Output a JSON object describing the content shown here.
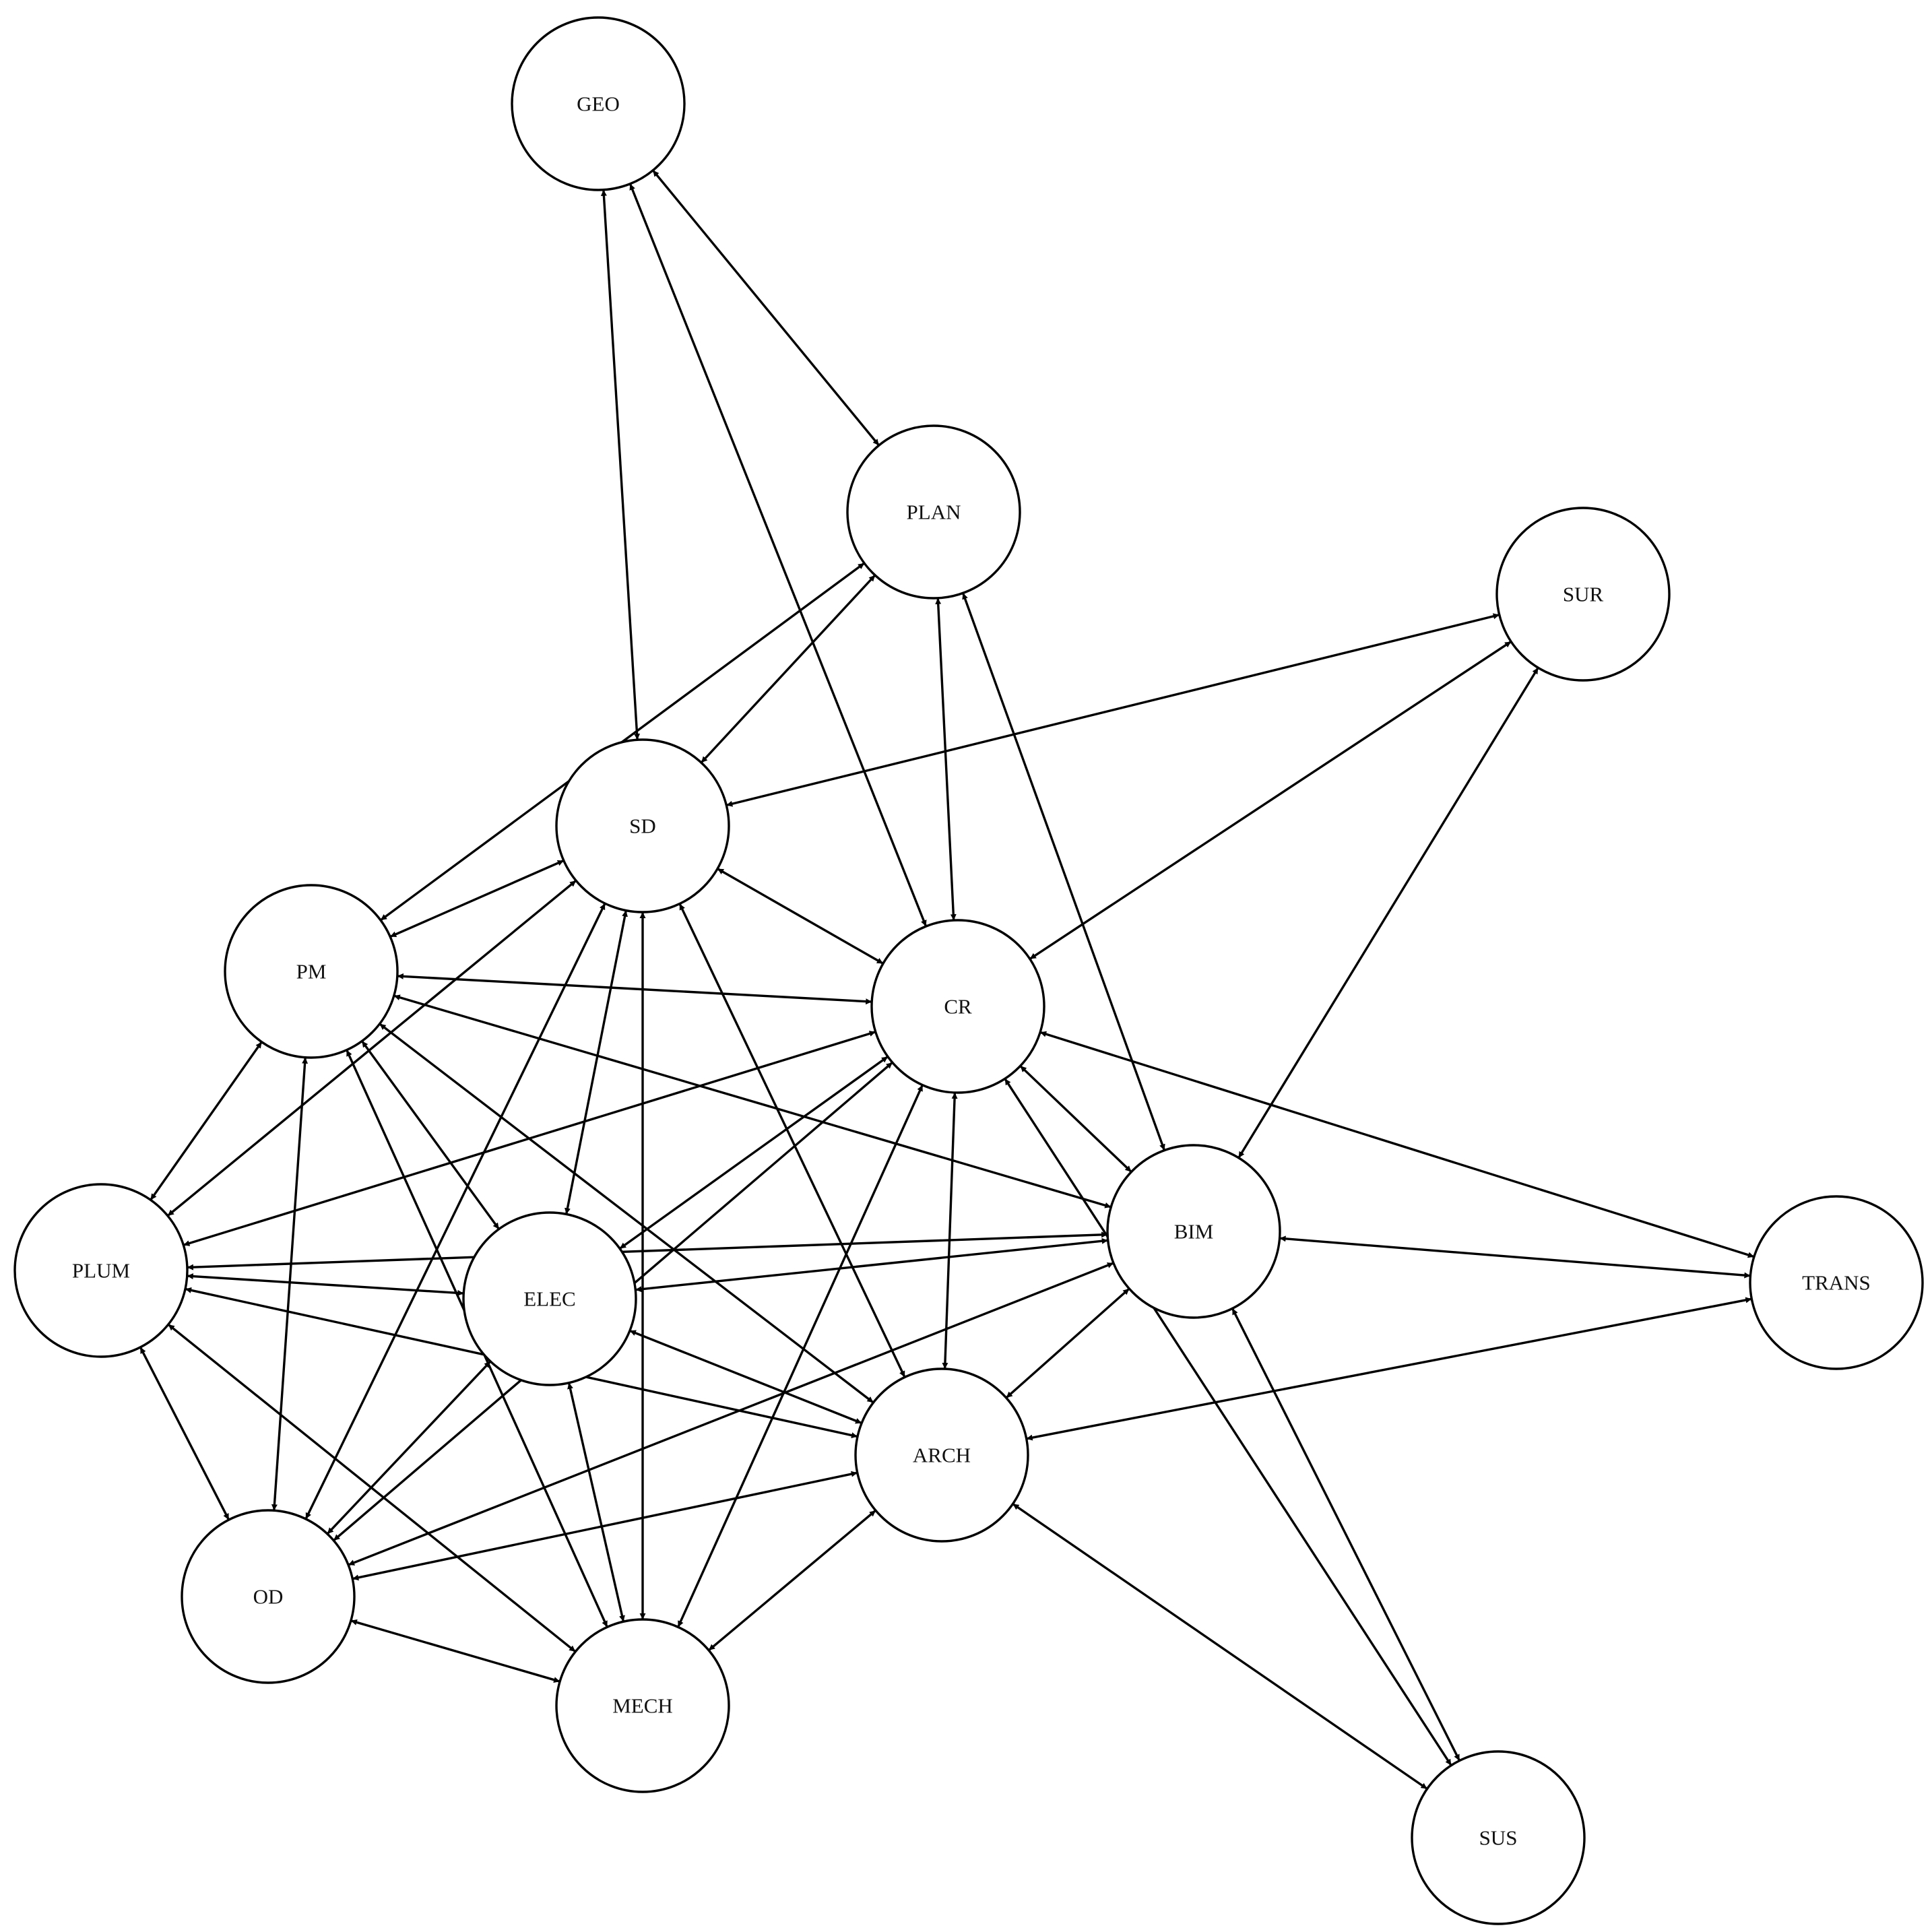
{
  "diagram": {
    "type": "network-graph",
    "directed": "bidirectional",
    "line_color": "#000000",
    "node_fill": "#ffffff",
    "nodes": [
      {
        "id": "GEO",
        "label": "GEO"
      },
      {
        "id": "PLAN",
        "label": "PLAN"
      },
      {
        "id": "SUR",
        "label": "SUR"
      },
      {
        "id": "SD",
        "label": "SD"
      },
      {
        "id": "PM",
        "label": "PM"
      },
      {
        "id": "CR",
        "label": "CR"
      },
      {
        "id": "PLUM",
        "label": "PLUM"
      },
      {
        "id": "ELEC",
        "label": "ELEC"
      },
      {
        "id": "BIM",
        "label": "BIM"
      },
      {
        "id": "TRANS",
        "label": "TRANS"
      },
      {
        "id": "ARCH",
        "label": "ARCH"
      },
      {
        "id": "OD",
        "label": "OD"
      },
      {
        "id": "MECH",
        "label": "MECH"
      },
      {
        "id": "SUS",
        "label": "SUS"
      }
    ],
    "edges": [
      [
        "GEO",
        "SD"
      ],
      [
        "GEO",
        "PLAN"
      ],
      [
        "GEO",
        "CR"
      ],
      [
        "PLAN",
        "SD"
      ],
      [
        "PLAN",
        "PM"
      ],
      [
        "PLAN",
        "CR"
      ],
      [
        "PLAN",
        "BIM"
      ],
      [
        "SUR",
        "SD"
      ],
      [
        "SUR",
        "CR"
      ],
      [
        "SUR",
        "BIM"
      ],
      [
        "SD",
        "PM"
      ],
      [
        "SD",
        "CR"
      ],
      [
        "SD",
        "PLUM"
      ],
      [
        "SD",
        "ELEC"
      ],
      [
        "SD",
        "MECH"
      ],
      [
        "SD",
        "ARCH"
      ],
      [
        "SD",
        "OD"
      ],
      [
        "PM",
        "CR"
      ],
      [
        "PM",
        "BIM"
      ],
      [
        "PM",
        "PLUM"
      ],
      [
        "PM",
        "OD"
      ],
      [
        "PM",
        "ELEC"
      ],
      [
        "PM",
        "ARCH"
      ],
      [
        "PM",
        "MECH"
      ],
      [
        "CR",
        "PLUM"
      ],
      [
        "CR",
        "ELEC"
      ],
      [
        "CR",
        "BIM"
      ],
      [
        "CR",
        "ARCH"
      ],
      [
        "CR",
        "MECH"
      ],
      [
        "CR",
        "TRANS"
      ],
      [
        "CR",
        "SUS"
      ],
      [
        "CR",
        "OD"
      ],
      [
        "PLUM",
        "ELEC"
      ],
      [
        "PLUM",
        "BIM"
      ],
      [
        "PLUM",
        "ARCH"
      ],
      [
        "PLUM",
        "OD"
      ],
      [
        "PLUM",
        "MECH"
      ],
      [
        "ELEC",
        "BIM"
      ],
      [
        "ELEC",
        "ARCH"
      ],
      [
        "ELEC",
        "OD"
      ],
      [
        "ELEC",
        "MECH"
      ],
      [
        "BIM",
        "ARCH"
      ],
      [
        "BIM",
        "TRANS"
      ],
      [
        "BIM",
        "SUS"
      ],
      [
        "BIM",
        "OD"
      ],
      [
        "ARCH",
        "OD"
      ],
      [
        "ARCH",
        "MECH"
      ],
      [
        "ARCH",
        "TRANS"
      ],
      [
        "ARCH",
        "SUS"
      ],
      [
        "OD",
        "MECH"
      ]
    ]
  }
}
